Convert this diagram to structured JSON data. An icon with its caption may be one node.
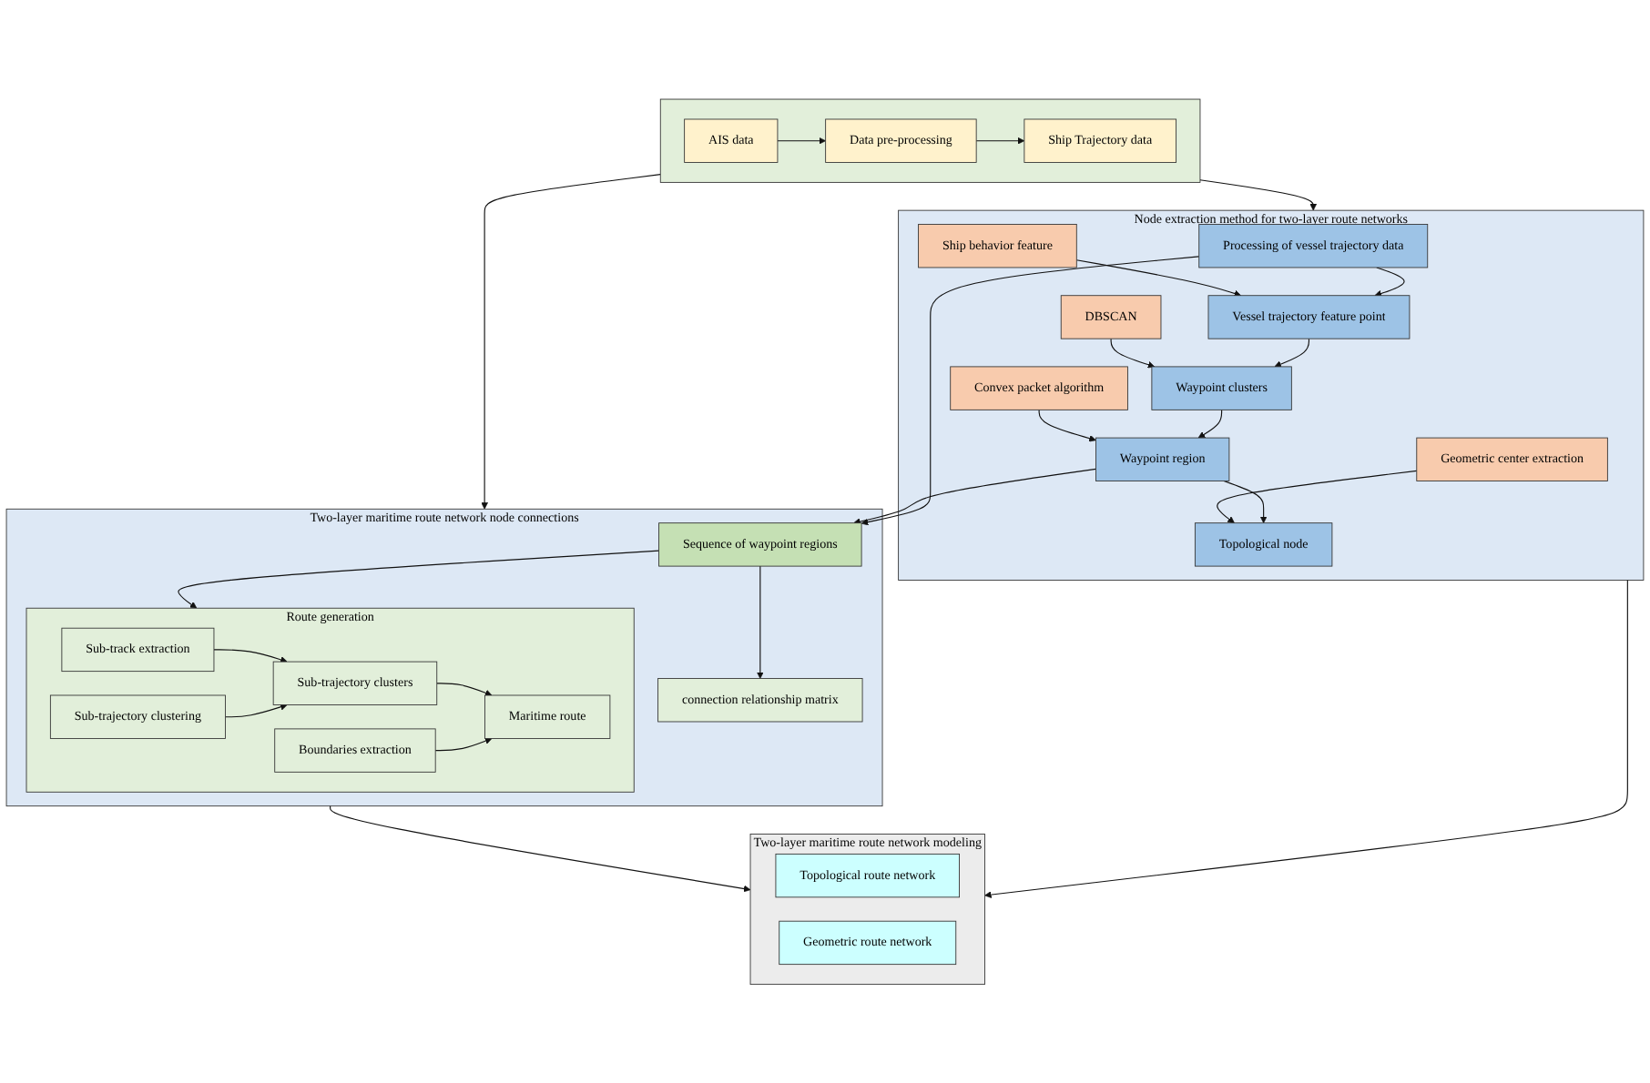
{
  "diagram": {
    "nodes": [
      {
        "text": [],
        "shape": "box"
      },
      {
        "text": [
          "AIS data"
        ],
        "in": 0
      },
      {
        "text": [
          "Data pre-processing"
        ],
        "in": 0
      },
      {
        "text": [
          "Ship Trajectory data"
        ],
        "in": 0
      },
      {
        "text": [
          "Node extraction method for two-layer route networks"
        ]
      },
      {
        "text": [
          "Processing of vessel trajectory data"
        ],
        "in": 4
      },
      {
        "text": [
          "Ship behavior feature"
        ],
        "in": 4
      },
      {
        "text": [
          "Vessel trajectory feature point"
        ],
        "in": 4
      },
      {
        "text": [
          "DBSCAN"
        ],
        "in": 4
      },
      {
        "text": [
          "Waypoint clusters"
        ],
        "in": 4
      },
      {
        "text": [
          "Convex packet algorithm"
        ],
        "in": 4
      },
      {
        "text": [
          "Waypoint region"
        ],
        "in": 4
      },
      {
        "text": [
          "Geometric center extraction"
        ],
        "in": 4
      },
      {
        "text": [
          "Topological node"
        ],
        "in": 4
      },
      {
        "text": [
          "Two-layer maritime route network node connections"
        ]
      },
      {
        "text": [
          "Sequence of waypoint regions"
        ],
        "in": 14
      },
      {
        "text": [
          "connection relationship matrix"
        ],
        "in": 14
      },
      {
        "text": [
          "Route generation"
        ],
        "in": 14
      },
      {
        "text": [
          "Sub-track extraction"
        ],
        "in": 17
      },
      {
        "text": [
          "Sub-trajectory clustering"
        ],
        "in": 17
      },
      {
        "text": [
          "Sub-trajectory clusters"
        ],
        "in": 17
      },
      {
        "text": [
          "Boundaries extraction"
        ],
        "in": 17
      },
      {
        "text": [
          "Maritime route"
        ],
        "in": 17
      },
      {
        "text": [
          "Two-layer maritime route network modeling"
        ]
      },
      {
        "text": [
          "Topological route network"
        ],
        "in": 23
      },
      {
        "text": [
          "Geometric route network"
        ],
        "in": 23
      }
    ],
    "edges": [
      {
        "from": 1,
        "to": 2,
        "arrow": "to"
      },
      {
        "from": 2,
        "to": 3,
        "arrow": "to"
      },
      {
        "from": 0,
        "to": 4,
        "arrow": "to"
      },
      {
        "from": 0,
        "to": 14,
        "arrow": "to"
      },
      {
        "from": 5,
        "to": 7,
        "arrow": "to"
      },
      {
        "from": 6,
        "to": 7,
        "arrow": "to"
      },
      {
        "from": 7,
        "to": 9,
        "arrow": "to"
      },
      {
        "from": 8,
        "to": 9,
        "arrow": "to"
      },
      {
        "from": 9,
        "to": 11,
        "arrow": "to"
      },
      {
        "from": 10,
        "to": 11,
        "arrow": "to"
      },
      {
        "from": 11,
        "to": 13,
        "arrow": "to"
      },
      {
        "from": 12,
        "to": 13,
        "arrow": "to"
      },
      {
        "from": 5,
        "to": 15,
        "arrow": "to"
      },
      {
        "from": 11,
        "to": 15,
        "arrow": "to"
      },
      {
        "from": 15,
        "to": 16,
        "arrow": "to"
      },
      {
        "from": 15,
        "to": 17,
        "arrow": "to"
      },
      {
        "from": 18,
        "to": 20,
        "arrow": "to"
      },
      {
        "from": 19,
        "to": 20,
        "arrow": "to"
      },
      {
        "from": 20,
        "to": 22,
        "arrow": "to"
      },
      {
        "from": 21,
        "to": 22,
        "arrow": "to"
      },
      {
        "from": 4,
        "to": 23,
        "arrow": "to"
      },
      {
        "from": 14,
        "to": 23,
        "arrow": "to"
      }
    ]
  }
}
